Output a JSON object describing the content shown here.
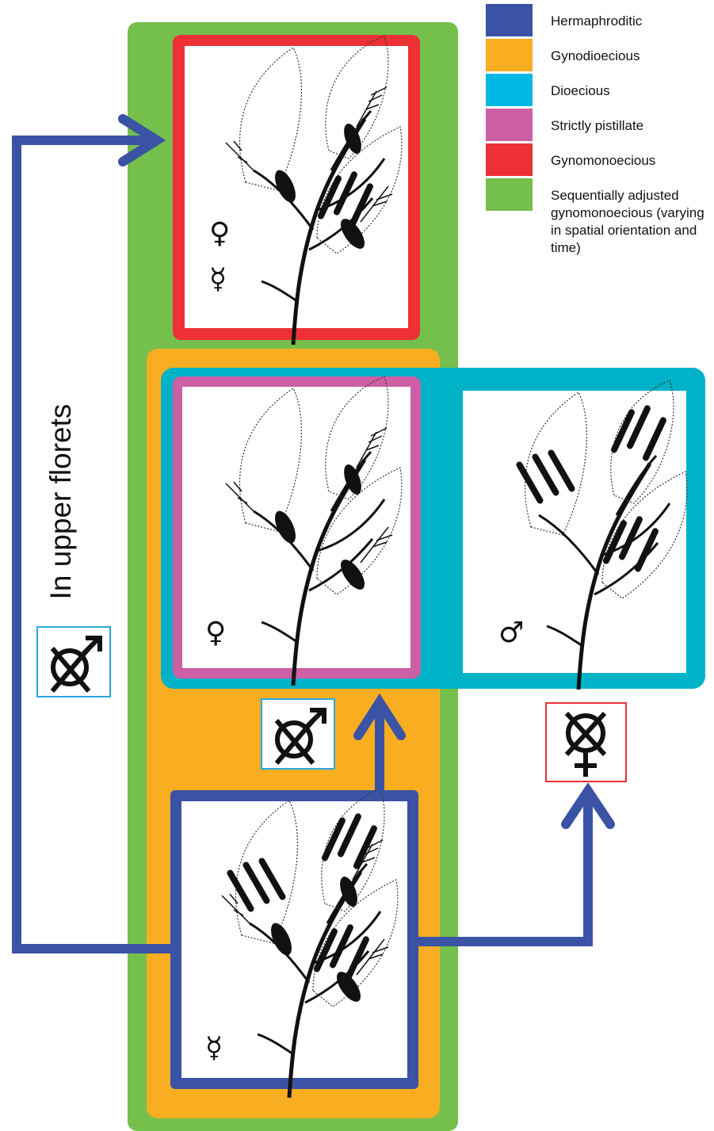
{
  "legend": [
    {
      "label": "Hermaphroditic",
      "color": "#3a53a4"
    },
    {
      "label": "Gynodioecious",
      "color": "#f9ad21"
    },
    {
      "label": "Dioecious",
      "color": "#00b8e4"
    },
    {
      "label": "Strictly pistillate",
      "color": "#cd5fa4"
    },
    {
      "label": "Gynomonoecious",
      "color": "#ed2f36"
    },
    {
      "label": "Sequentially adjusted gynomonoecious (varying in spatial orientation and time)",
      "color": "#75bf4d"
    }
  ],
  "colors": {
    "green": "#75bf4d",
    "orange": "#f9ad21",
    "teal": "#00b2c7",
    "pink": "#cd5fa4",
    "red": "#ed2f36",
    "blue": "#3a53a4",
    "cyan_box": "#29a8e0"
  },
  "arrow_label": "In upper florets",
  "symbols": {
    "female": "♀",
    "hermaphrodite": "☿",
    "male": "♂"
  },
  "panels": [
    {
      "name": "gynomonoecious-panel",
      "symbols": [
        "♀",
        "☿"
      ]
    },
    {
      "name": "pistillate-panel",
      "symbols": [
        "♀"
      ]
    },
    {
      "name": "staminate-panel",
      "symbols": [
        "♂"
      ]
    },
    {
      "name": "hermaphroditic-panel",
      "symbols": [
        "☿"
      ]
    }
  ],
  "suppression_icons": [
    {
      "name": "male-suppressed-icon-left",
      "symbol": "♂"
    },
    {
      "name": "male-suppressed-icon-center",
      "symbol": "♂"
    },
    {
      "name": "female-suppressed-icon-right",
      "symbol": "♀"
    }
  ]
}
